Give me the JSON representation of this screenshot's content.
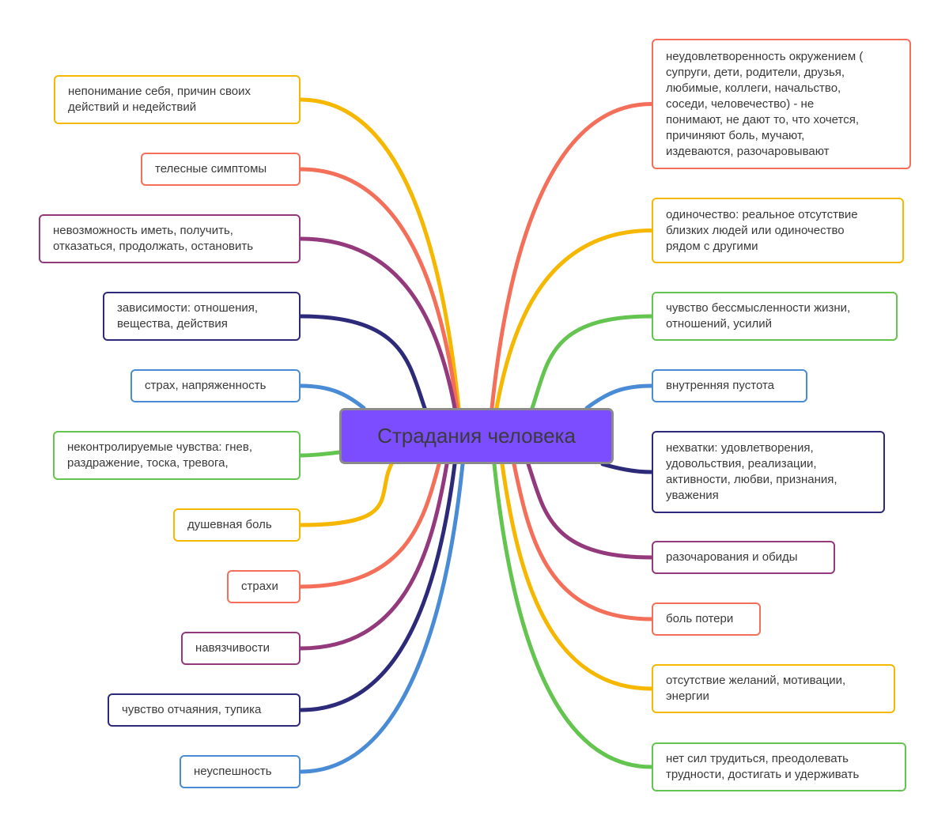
{
  "center": {
    "label": "Страдания человека",
    "color": "#7c4dff"
  },
  "colors": {
    "orange": "#f5b700",
    "salmon": "#f46f5a",
    "purple": "#93397c",
    "navy": "#2e2a7a",
    "blue": "#4a8bd6",
    "green": "#63c44f"
  },
  "left_branches": [
    {
      "label": "непонимание себя, причин своих\nдействий и недействий",
      "color": "orange"
    },
    {
      "label": "телесные симптомы",
      "color": "salmon"
    },
    {
      "label": "невозможность иметь, получить,\nотказаться, продолжать, остановить",
      "color": "purple"
    },
    {
      "label": "зависимости: отношения,\nвещества, действия",
      "color": "navy"
    },
    {
      "label": "страх, напряженность",
      "color": "blue"
    },
    {
      "label": "неконтролируемые чувства: гнев,\nраздражение, тоска, тревога,",
      "color": "green"
    },
    {
      "label": "душевная боль",
      "color": "orange"
    },
    {
      "label": "страхи",
      "color": "salmon"
    },
    {
      "label": "навязчивости",
      "color": "purple"
    },
    {
      "label": "чувство отчаяния, тупика",
      "color": "navy"
    },
    {
      "label": "неуспешность",
      "color": "blue"
    }
  ],
  "right_branches": [
    {
      "label": "неудовлетворенность окружением (\nсупруги, дети, родители, друзья,\nлюбимые, коллеги, начальство,\nсоседи, человечество) - не\nпонимают, не дают то, что хочется,\nпричиняют боль, мучают,\nиздеваются, разочаровывают",
      "color": "salmon"
    },
    {
      "label": "одиночество: реальное отсутствие\nблизких людей или одиночество\nрядом с другими",
      "color": "orange"
    },
    {
      "label": "чувство бессмысленности жизни,\nотношений, усилий",
      "color": "green"
    },
    {
      "label": "внутренняя пустота",
      "color": "blue"
    },
    {
      "label": "нехватки: удовлетворения,\nудовольствия, реализации,\nактивности, любви, признания,\nуважения",
      "color": "navy"
    },
    {
      "label": "разочарования и обиды",
      "color": "purple"
    },
    {
      "label": "боль потери",
      "color": "salmon"
    },
    {
      "label": "отсутствие желаний, мотивации,\nэнергии",
      "color": "orange"
    },
    {
      "label": "нет сил трудиться, преодолевать\nтрудности, достигать и удерживать",
      "color": "green"
    }
  ]
}
